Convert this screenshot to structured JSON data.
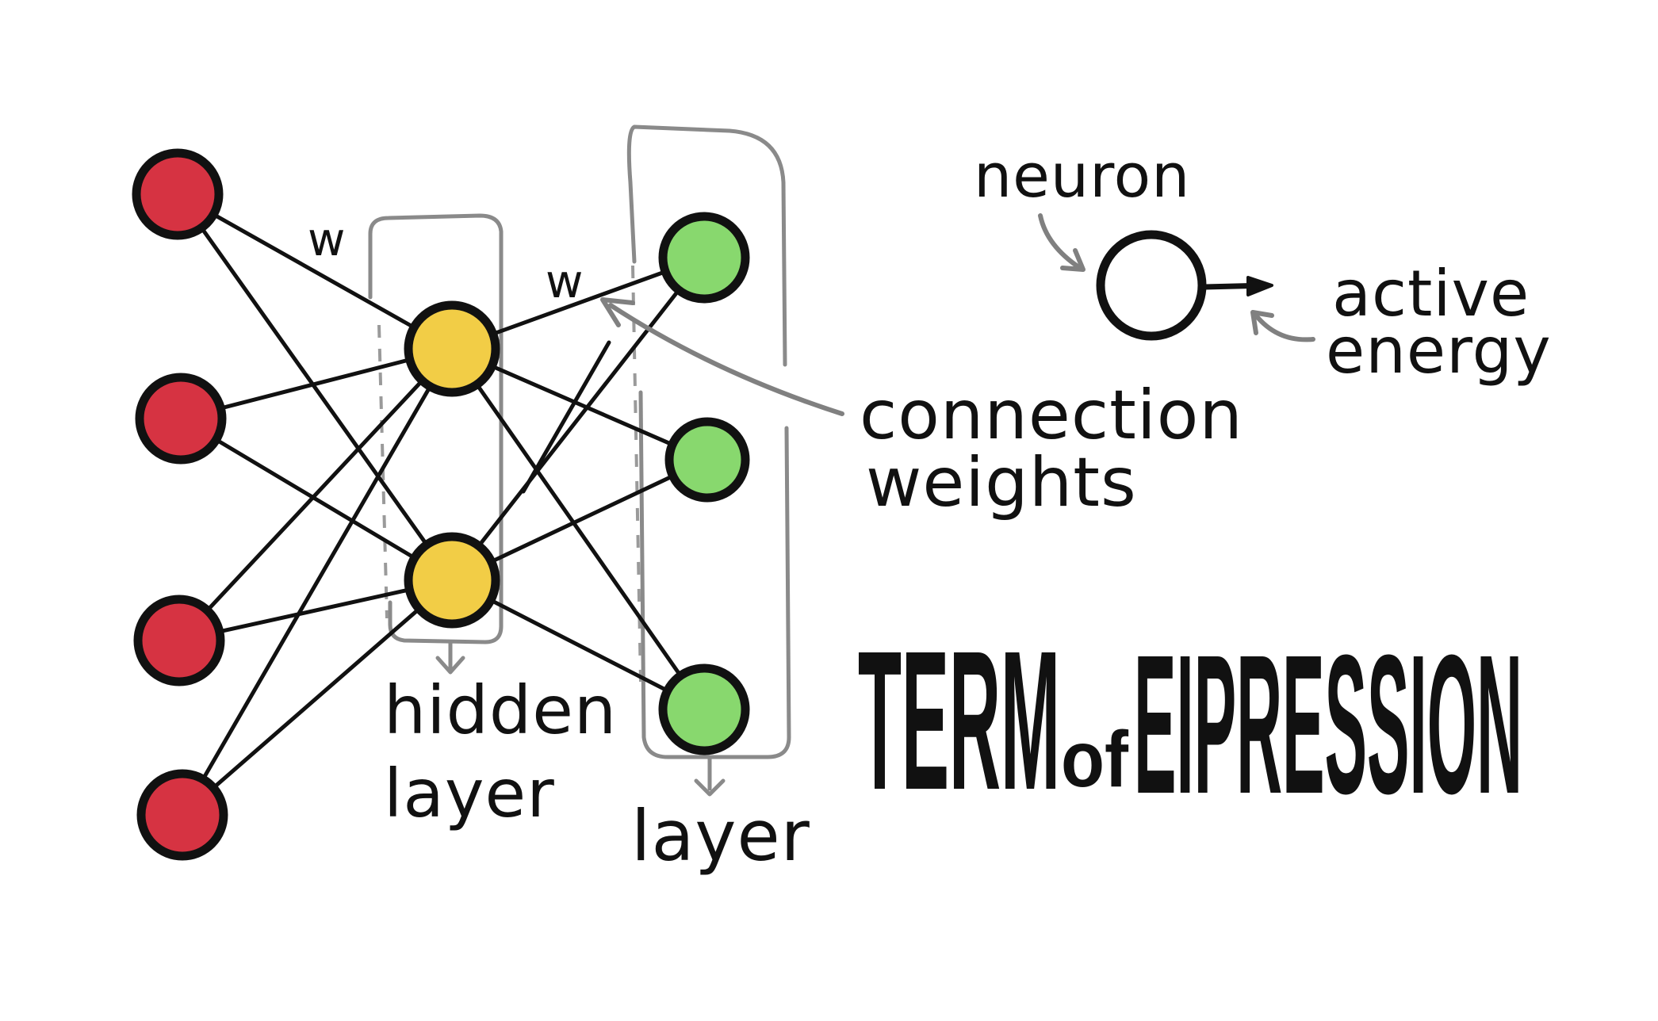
{
  "diagram": {
    "colors": {
      "input_node": "#d63342",
      "hidden_node": "#f2cd46",
      "output_node": "#88d86e",
      "outline": "#111111",
      "bracket": "#8a8a8a",
      "arrow": "#808080"
    },
    "labels": {
      "weight_left": "w",
      "weight_right": "w",
      "hidden_layer_line1": "hidden",
      "hidden_layer_line2": "layer",
      "output_layer": "layer",
      "connection_line1": "connection",
      "connection_line2": "weights",
      "neuron": "neuron",
      "active_line1": "active",
      "active_line2": "energy"
    },
    "title": {
      "word1": "TERM",
      "word2": "of",
      "word3": "EIPRESSION"
    }
  }
}
